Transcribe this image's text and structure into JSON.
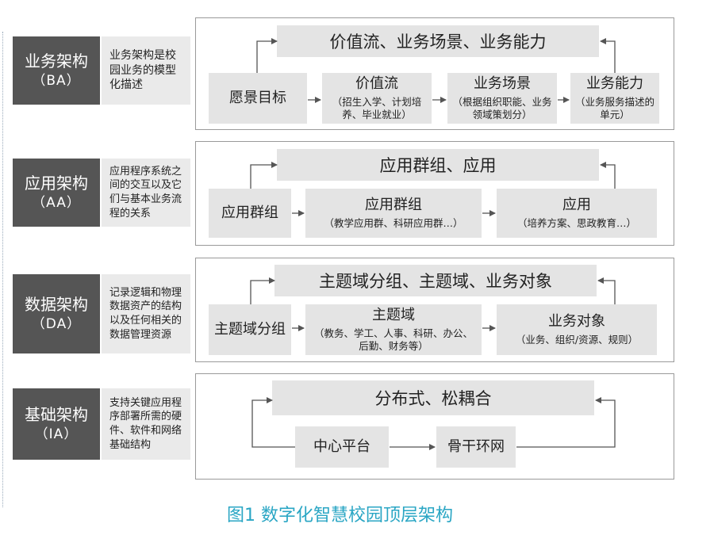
{
  "caption": "图1 数字化智慧校园顶层架构",
  "layers": [
    {
      "name": "业务架构",
      "code": "（BA）",
      "description": "业务架构是校园业务的模型化描述",
      "banner": "价值流、业务场景、业务能力",
      "nodes": [
        {
          "title": "愿景目标",
          "sub": ""
        },
        {
          "title": "价值流",
          "sub": "（招生入学、计划培养、毕业就业）"
        },
        {
          "title": "业务场景",
          "sub": "（根据组织职能、业务领域策划分）"
        },
        {
          "title": "业务能力",
          "sub": "（业务服务描述的单元）"
        }
      ]
    },
    {
      "name": "应用架构",
      "code": "（AA）",
      "description": "应用程序系统之间的交互以及它们与基本业务流程的关系",
      "banner": "应用群组、应用",
      "nodes": [
        {
          "title": "应用群组",
          "sub": ""
        },
        {
          "title": "应用群组",
          "sub": "（教学应用群、科研应用群…）"
        },
        {
          "title": "应用",
          "sub": "（培养方案、思政教育…）"
        }
      ]
    },
    {
      "name": "数据架构",
      "code": "（DA）",
      "description": "记录逻辑和物理数据资产的结构以及任何相关的数据管理资源",
      "banner": "主题域分组、主题域、业务对象",
      "nodes": [
        {
          "title": "主题域分组",
          "sub": ""
        },
        {
          "title": "主题域",
          "sub": "（教务、学工、人事、科研、办公、后勤、财务等）"
        },
        {
          "title": "业务对象",
          "sub": "（业务、组织/资源、规则）"
        }
      ]
    },
    {
      "name": "基础架构",
      "code": "（IA）",
      "description": "支持关键应用程序部署所需的硬件、软件和网络基础结构",
      "banner": "分布式、松耦合",
      "nodes": [
        {
          "title": "中心平台",
          "sub": ""
        },
        {
          "title": "骨干环网",
          "sub": ""
        }
      ]
    }
  ]
}
